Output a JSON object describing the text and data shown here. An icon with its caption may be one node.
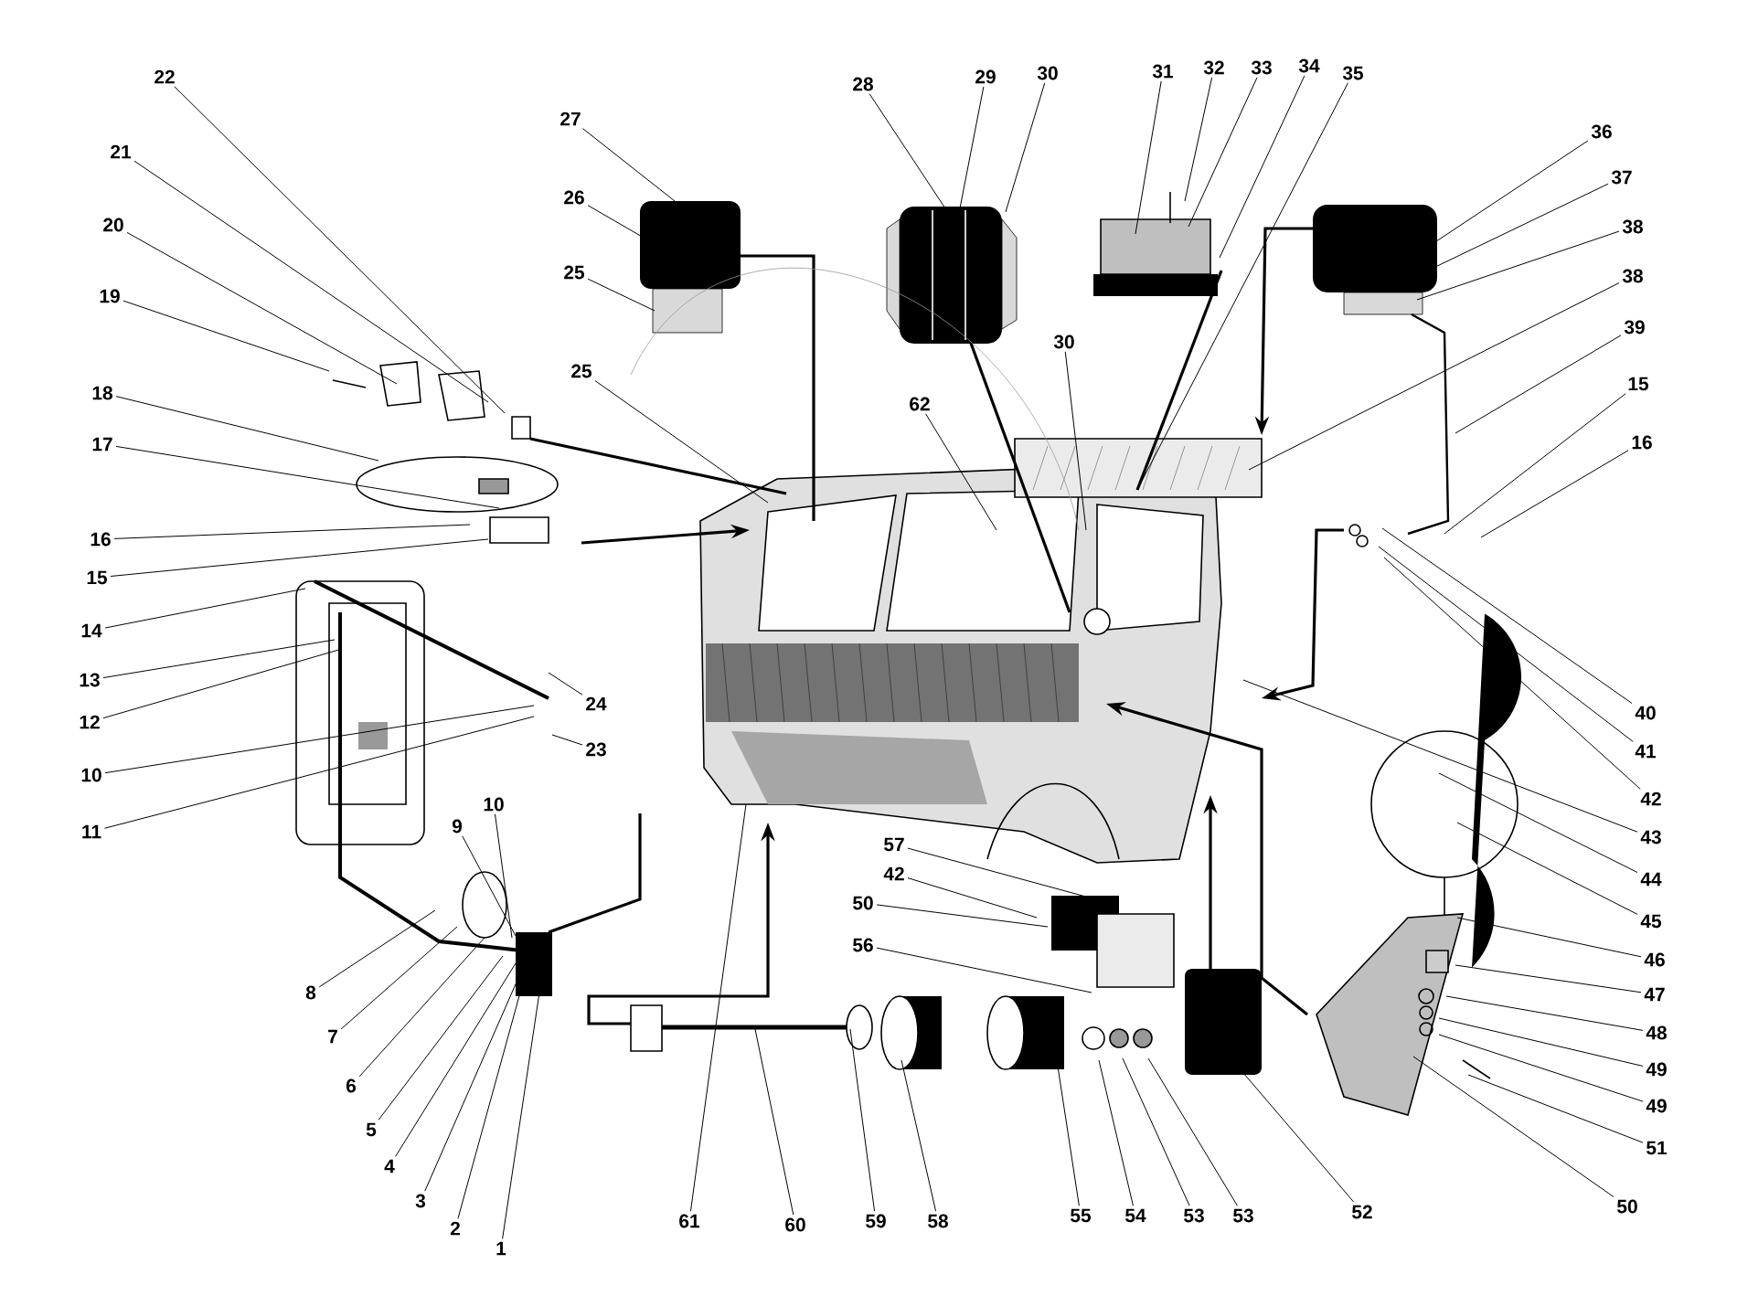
{
  "diagram": {
    "nodes": [
      {
        "text": [
          "22"
        ]
      },
      {
        "text": [
          "21"
        ]
      },
      {
        "text": [
          "20"
        ]
      },
      {
        "text": [
          "19"
        ]
      },
      {
        "text": [
          "18"
        ]
      },
      {
        "text": [
          "17"
        ]
      },
      {
        "text": [
          "16"
        ]
      },
      {
        "text": [
          "15"
        ]
      },
      {
        "text": [
          "14"
        ]
      },
      {
        "text": [
          "13"
        ]
      },
      {
        "text": [
          "12"
        ]
      },
      {
        "text": [
          "10"
        ]
      },
      {
        "text": [
          "11"
        ]
      },
      {
        "text": [
          "27"
        ]
      },
      {
        "text": [
          "26"
        ]
      },
      {
        "text": [
          "25"
        ]
      },
      {
        "text": [
          "25"
        ]
      },
      {
        "text": [
          "28"
        ]
      },
      {
        "text": [
          "29"
        ]
      },
      {
        "text": [
          "30"
        ]
      },
      {
        "text": [
          "31"
        ]
      },
      {
        "text": [
          "32"
        ]
      },
      {
        "text": [
          "33"
        ]
      },
      {
        "text": [
          "34"
        ]
      },
      {
        "text": [
          "35"
        ]
      },
      {
        "text": [
          "36"
        ]
      },
      {
        "text": [
          "37"
        ]
      },
      {
        "text": [
          "38"
        ]
      },
      {
        "text": [
          "38"
        ]
      },
      {
        "text": [
          "39"
        ]
      },
      {
        "text": [
          "15"
        ]
      },
      {
        "text": [
          "16"
        ]
      },
      {
        "text": [
          "62"
        ]
      },
      {
        "text": [
          "30"
        ]
      },
      {
        "text": [
          "24"
        ]
      },
      {
        "text": [
          "23"
        ]
      },
      {
        "text": [
          "40"
        ]
      },
      {
        "text": [
          "41"
        ]
      },
      {
        "text": [
          "42"
        ]
      },
      {
        "text": [
          "43"
        ]
      },
      {
        "text": [
          "44"
        ]
      },
      {
        "text": [
          "45"
        ]
      },
      {
        "text": [
          "46"
        ]
      },
      {
        "text": [
          "47"
        ]
      },
      {
        "text": [
          "48"
        ]
      },
      {
        "text": [
          "49"
        ]
      },
      {
        "text": [
          "49"
        ]
      },
      {
        "text": [
          "51"
        ]
      },
      {
        "text": [
          "50"
        ]
      },
      {
        "text": [
          "57"
        ]
      },
      {
        "text": [
          "42"
        ]
      },
      {
        "text": [
          "50"
        ]
      },
      {
        "text": [
          "56"
        ]
      },
      {
        "text": [
          "10"
        ]
      },
      {
        "text": [
          "9"
        ]
      },
      {
        "text": [
          "8"
        ]
      },
      {
        "text": [
          "7"
        ]
      },
      {
        "text": [
          "6"
        ]
      },
      {
        "text": [
          "5"
        ]
      },
      {
        "text": [
          "4"
        ]
      },
      {
        "text": [
          "3"
        ]
      },
      {
        "text": [
          "2"
        ]
      },
      {
        "text": [
          "1"
        ]
      },
      {
        "text": [
          "61"
        ]
      },
      {
        "text": [
          "60"
        ]
      },
      {
        "text": [
          "59"
        ]
      },
      {
        "text": [
          "58"
        ]
      },
      {
        "text": [
          "55"
        ]
      },
      {
        "text": [
          "54"
        ]
      },
      {
        "text": [
          "53"
        ]
      },
      {
        "text": [
          "53"
        ]
      },
      {
        "text": [
          "52"
        ]
      }
    ],
    "edges": [
      {
        "from": 0,
        "to": null,
        "arrow": "none"
      },
      {
        "from": 1,
        "to": null,
        "arrow": "none"
      },
      {
        "from": 2,
        "to": null,
        "arrow": "none"
      },
      {
        "from": 3,
        "to": null,
        "arrow": "none"
      },
      {
        "from": 4,
        "to": null,
        "arrow": "none"
      },
      {
        "from": 5,
        "to": null,
        "arrow": "none"
      },
      {
        "from": 6,
        "to": null,
        "arrow": "none"
      },
      {
        "from": 7,
        "to": null,
        "arrow": "none"
      },
      {
        "from": 8,
        "to": null,
        "arrow": "none"
      },
      {
        "from": 9,
        "to": null,
        "arrow": "none"
      },
      {
        "from": 10,
        "to": null,
        "arrow": "none"
      },
      {
        "from": 11,
        "to": null,
        "arrow": "none"
      },
      {
        "from": 12,
        "to": null,
        "arrow": "none"
      },
      {
        "from": 13,
        "to": null,
        "arrow": "none"
      },
      {
        "from": 14,
        "to": null,
        "arrow": "none"
      },
      {
        "from": 15,
        "to": null,
        "arrow": "none"
      },
      {
        "from": 16,
        "to": null,
        "arrow": "none"
      },
      {
        "from": 17,
        "to": null,
        "arrow": "none"
      },
      {
        "from": 18,
        "to": null,
        "arrow": "none"
      },
      {
        "from": 19,
        "to": null,
        "arrow": "none"
      },
      {
        "from": 20,
        "to": null,
        "arrow": "none"
      },
      {
        "from": 21,
        "to": null,
        "arrow": "none"
      },
      {
        "from": 22,
        "to": null,
        "arrow": "none"
      },
      {
        "from": 23,
        "to": null,
        "arrow": "none"
      },
      {
        "from": 24,
        "to": null,
        "arrow": "none"
      },
      {
        "from": 25,
        "to": null,
        "arrow": "none"
      },
      {
        "from": 26,
        "to": null,
        "arrow": "none"
      },
      {
        "from": 27,
        "to": null,
        "arrow": "none"
      },
      {
        "from": 28,
        "to": null,
        "arrow": "none"
      },
      {
        "from": 29,
        "to": null,
        "arrow": "none"
      },
      {
        "from": 30,
        "to": null,
        "arrow": "none"
      },
      {
        "from": 31,
        "to": null,
        "arrow": "none"
      },
      {
        "from": 32,
        "to": null,
        "arrow": "none"
      },
      {
        "from": 33,
        "to": null,
        "arrow": "none"
      },
      {
        "from": 34,
        "to": null,
        "arrow": "none"
      },
      {
        "from": 35,
        "to": null,
        "arrow": "none"
      },
      {
        "from": 36,
        "to": null,
        "arrow": "none"
      },
      {
        "from": 37,
        "to": null,
        "arrow": "none"
      },
      {
        "from": 38,
        "to": null,
        "arrow": "none"
      },
      {
        "from": 39,
        "to": null,
        "arrow": "none"
      },
      {
        "from": 40,
        "to": null,
        "arrow": "none"
      },
      {
        "from": 41,
        "to": null,
        "arrow": "none"
      },
      {
        "from": 42,
        "to": null,
        "arrow": "none"
      },
      {
        "from": 43,
        "to": null,
        "arrow": "none"
      },
      {
        "from": 44,
        "to": null,
        "arrow": "none"
      },
      {
        "from": 45,
        "to": null,
        "arrow": "none"
      },
      {
        "from": 46,
        "to": null,
        "arrow": "none"
      },
      {
        "from": 47,
        "to": null,
        "arrow": "none"
      },
      {
        "from": 48,
        "to": null,
        "arrow": "none"
      },
      {
        "from": 49,
        "to": null,
        "arrow": "none"
      },
      {
        "from": 50,
        "to": null,
        "arrow": "none"
      },
      {
        "from": 51,
        "to": null,
        "arrow": "none"
      },
      {
        "from": 52,
        "to": null,
        "arrow": "none"
      },
      {
        "from": 53,
        "to": null,
        "arrow": "none"
      },
      {
        "from": 54,
        "to": null,
        "arrow": "none"
      },
      {
        "from": 55,
        "to": null,
        "arrow": "none"
      },
      {
        "from": 56,
        "to": null,
        "arrow": "none"
      },
      {
        "from": 57,
        "to": null,
        "arrow": "none"
      },
      {
        "from": 58,
        "to": null,
        "arrow": "none"
      },
      {
        "from": 59,
        "to": null,
        "arrow": "none"
      },
      {
        "from": 60,
        "to": null,
        "arrow": "none"
      },
      {
        "from": 61,
        "to": null,
        "arrow": "none"
      },
      {
        "from": 62,
        "to": null,
        "arrow": "none"
      },
      {
        "from": 63,
        "to": null,
        "arrow": "none"
      },
      {
        "from": 64,
        "to": null,
        "arrow": "none"
      },
      {
        "from": 65,
        "to": null,
        "arrow": "none"
      },
      {
        "from": 66,
        "to": null,
        "arrow": "none"
      },
      {
        "from": 67,
        "to": null,
        "arrow": "none"
      },
      {
        "from": 68,
        "to": null,
        "arrow": "none"
      },
      {
        "from": 69,
        "to": null,
        "arrow": "none"
      },
      {
        "from": 70,
        "to": null,
        "arrow": "none"
      },
      {
        "from": 71,
        "to": null,
        "arrow": "none"
      }
    ]
  }
}
